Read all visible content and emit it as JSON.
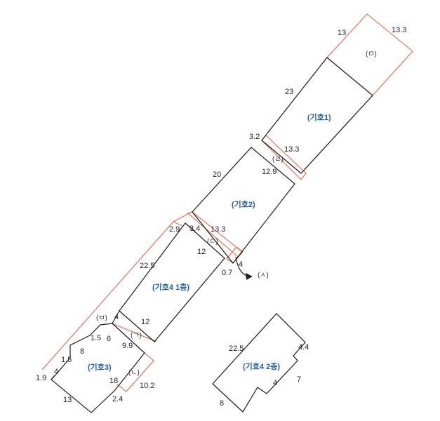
{
  "units": {
    "u1": "(기호1)",
    "u2": "(기호2)",
    "u3": "(기호3)",
    "u41": "(기호4 1층)",
    "u42": "(기호4 2층)"
  },
  "marks": {
    "m_mieum": "(ㅁ)",
    "m_rieul": "(ㄹ)",
    "m_digeut": "(ㄷ)",
    "m_sios": "(ㅅ)",
    "m_bieup": "(ㅂ)",
    "m_giyeok": "(ㄱ)",
    "m_nieun": "(ㄴ)"
  },
  "dims": {
    "d_top13": "13",
    "d_top133": "13.3",
    "d_23": "23",
    "d_32": "3.2",
    "d_133b": "13.3",
    "d_129": "12.9",
    "d_20": "20",
    "d_29": "2.9",
    "d_34": "3.4",
    "d_133c": "13.3",
    "d_12a": "12",
    "d_4a": "4",
    "d_07": "0.7",
    "d_225a": "22.5",
    "d_4b": "4",
    "d_12b": "12",
    "d_15a": "1.5",
    "d_6": "6",
    "d_8a": "8",
    "d_99": "9.9",
    "d_15b": "1.5",
    "d_4c": "4",
    "d_19": "1.9",
    "d_18": "18",
    "d_102": "10.2",
    "d_13b": "13",
    "d_24": "2.4",
    "d_225b": "22.5",
    "d_44": "4.4",
    "d_7": "7",
    "d_4d": "4",
    "d_8b": "8"
  },
  "colors": {
    "outline": "#1a1a1a",
    "boundary": "#e0684b",
    "unit_label": "#1f5fa6"
  }
}
